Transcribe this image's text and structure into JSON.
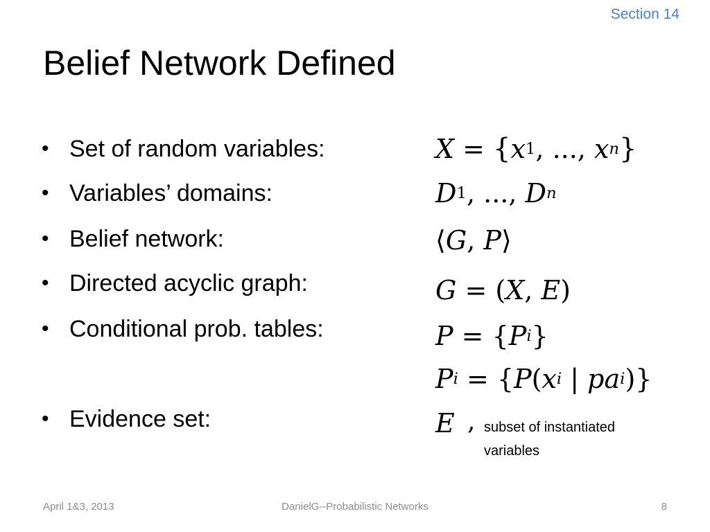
{
  "header": {
    "section": "Section 14",
    "title": "Belief Network Defined"
  },
  "bullets": [
    "Set of random variables:",
    "Variables’ domains:",
    "Belief network:",
    "Directed acyclic graph:",
    "Conditional prob. tables:",
    "Evidence set:"
  ],
  "evidence_note": "subset of instantiated variables",
  "footer": {
    "date": "April 1&3, 2013",
    "author": "DanielG--Probabilistic Networks",
    "page": "8"
  },
  "colors": {
    "section": "#4F81BD",
    "footer": "#8c8c8c"
  }
}
